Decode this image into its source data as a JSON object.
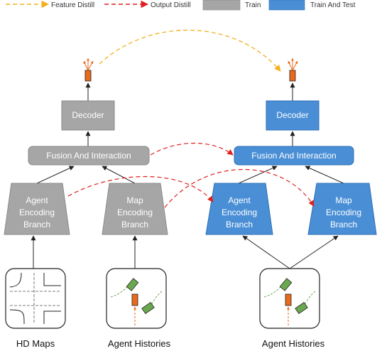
{
  "legend": {
    "feature_distill": "Feature Distill",
    "output_distill": "Output Distill",
    "train": "Train",
    "train_and_test": "Train And Test"
  },
  "student": {
    "decoder": "Decoder",
    "fusion": "Fusion And Interaction",
    "agent_branch": [
      "Agent",
      "Encoding",
      "Branch"
    ],
    "map_branch": [
      "Map",
      "Encoding",
      "Branch"
    ]
  },
  "teacher": {
    "decoder": "Decoder",
    "fusion": "Fusion And Interaction",
    "agent_branch": [
      "Agent",
      "Encoding",
      "Branch"
    ],
    "map_branch": [
      "Map",
      "Encoding",
      "Branch"
    ]
  },
  "inputs": {
    "hd_maps": "HD Maps",
    "agent_histories_left": "Agent Histories",
    "agent_histories_right": "Agent Histories"
  },
  "colors": {
    "train_gray": "#a6a6a6",
    "train_test_blue": "#4a8fd6",
    "feature_distill": "#f2b01e",
    "output_distill": "#e02020",
    "vehicle_orange": "#e86a1a",
    "vehicle_green": "#6aa84f"
  }
}
